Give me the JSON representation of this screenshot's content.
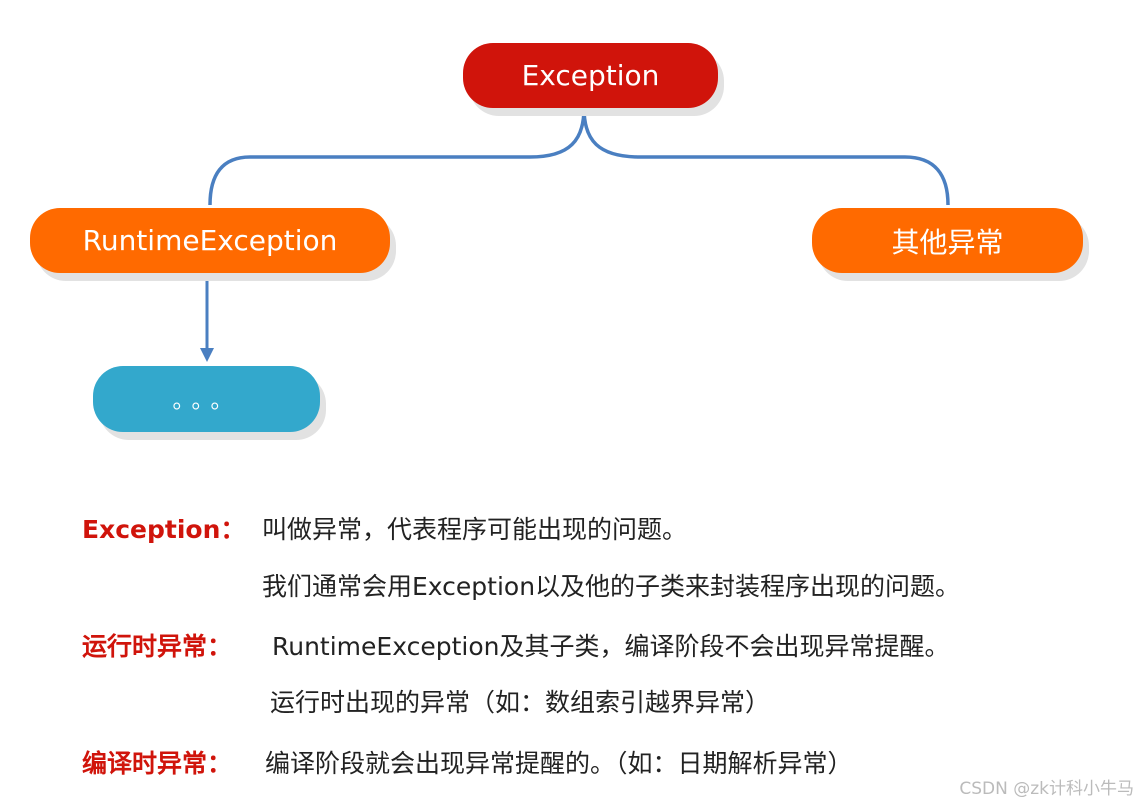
{
  "diagram": {
    "root": "Exception",
    "runtime": "RuntimeException",
    "other": "其他异常",
    "more": "。。。",
    "line_color": "#4a7fc1"
  },
  "notes": [
    {
      "label": "Exception：",
      "lines": [
        "叫做异常，代表程序可能出现的问题。",
        "我们通常会用Exception以及他的子类来封装程序出现的问题。"
      ]
    },
    {
      "label": "运行时异常：",
      "lines": [
        "RuntimeException及其子类，编译阶段不会出现异常提醒。",
        "运行时出现的异常（如：数组索引越界异常）"
      ]
    },
    {
      "label": "编译时异常：",
      "lines": [
        "编译阶段就会出现异常提醒的。（如：日期解析异常）"
      ]
    }
  ],
  "watermark": "CSDN @zk计科小牛马"
}
